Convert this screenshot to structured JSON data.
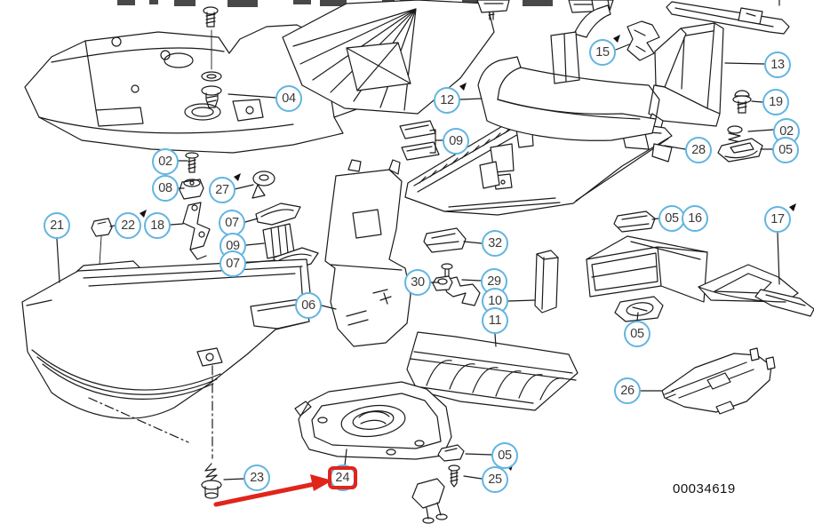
{
  "diagram": {
    "doc_code": "00034619",
    "highlighted_label": "24",
    "colors": {
      "callout_border": "#63b5e0",
      "callout_text": "#3a3a3a",
      "highlight_red": "#e1251b",
      "line_color": "#1a1a1a"
    },
    "callouts": [
      {
        "label": "04"
      },
      {
        "label": "02"
      },
      {
        "label": "08"
      },
      {
        "label": "27"
      },
      {
        "label": "21"
      },
      {
        "label": "22"
      },
      {
        "label": "18"
      },
      {
        "label": "07"
      },
      {
        "label": "09"
      },
      {
        "label": "07"
      },
      {
        "label": "06"
      },
      {
        "label": "12"
      },
      {
        "label": "09"
      },
      {
        "label": "15"
      },
      {
        "label": "13"
      },
      {
        "label": "19"
      },
      {
        "label": "02"
      },
      {
        "label": "05"
      },
      {
        "label": "28"
      },
      {
        "label": "32"
      },
      {
        "label": "05"
      },
      {
        "label": "16"
      },
      {
        "label": "17"
      },
      {
        "label": "30"
      },
      {
        "label": "29"
      },
      {
        "label": "10"
      },
      {
        "label": "11"
      },
      {
        "label": "05"
      },
      {
        "label": "26"
      },
      {
        "label": "05"
      },
      {
        "label": "25"
      },
      {
        "label": "23"
      },
      {
        "label": "24"
      }
    ]
  }
}
